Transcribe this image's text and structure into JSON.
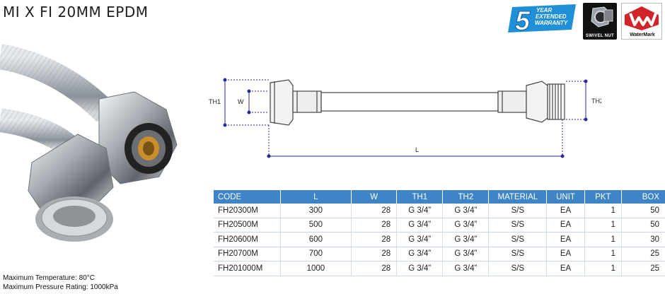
{
  "title": "MI X FI 20MM EPDM",
  "badges": {
    "warranty_number": "5",
    "warranty_text": [
      "YEAR",
      "EXTENDED",
      "WARRANTY"
    ],
    "swivel_label": "SWIVEL NUT",
    "watermark_label": "WaterMark"
  },
  "diagram": {
    "labels": {
      "th1": "TH1",
      "w": "W",
      "th2": "TH2",
      "l": "L"
    }
  },
  "table": {
    "headers": [
      "CODE",
      "L",
      "W",
      "TH1",
      "TH2",
      "MATERIAL",
      "UNIT",
      "PKT",
      "BOX"
    ],
    "rows": [
      [
        "FH20300M",
        "300",
        "28",
        "G 3/4”",
        "G 3/4”",
        "S/S",
        "EA",
        "1",
        "50"
      ],
      [
        "FH20500M",
        "500",
        "28",
        "G 3/4”",
        "G 3/4”",
        "S/S",
        "EA",
        "1",
        "50"
      ],
      [
        "FH20600M",
        "600",
        "28",
        "G 3/4”",
        "G 3/4”",
        "S/S",
        "EA",
        "1",
        "30"
      ],
      [
        "FH20700M",
        "700",
        "28",
        "G 3/4”",
        "G 3/4”",
        "S/S",
        "EA",
        "1",
        "25"
      ],
      [
        "FH201000M",
        "1000",
        "28",
        "G 3/4”",
        "G 3/4”",
        "S/S",
        "EA",
        "1",
        "25"
      ]
    ]
  },
  "notes": {
    "max_temperature": "Maximum Temperature: 80°C",
    "max_pressure": "Maximum Pressure Rating: 1000kPa"
  },
  "colors": {
    "header_blue": "#3d85c6",
    "dimension_blue": "#2a2a9a",
    "warranty_blue": "#1f8fd8",
    "watermark_red": "#d3232a"
  }
}
